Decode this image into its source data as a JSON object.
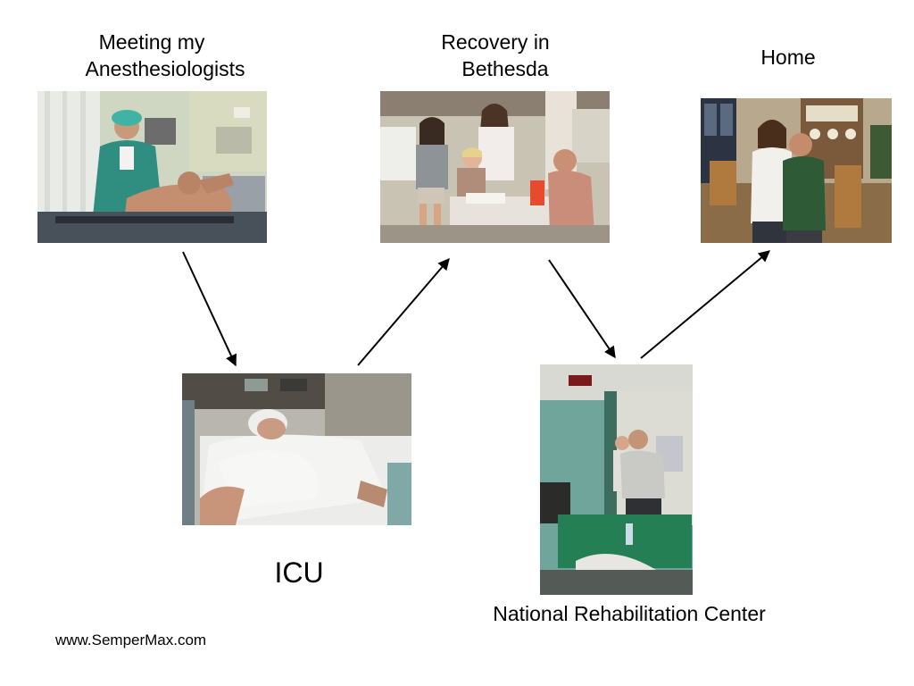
{
  "stages": {
    "anesthesiologists": {
      "line1": "Meeting my",
      "line2": "Anesthesiologists"
    },
    "bethesda": {
      "line1": "Recovery in",
      "line2": "Bethesda"
    },
    "home": {
      "label": "Home"
    },
    "icu": {
      "label": "ICU"
    },
    "rehab": {
      "label": "National Rehabilitation Center"
    }
  },
  "footer": {
    "url": "www.SemperMax.com"
  },
  "flow": [
    "anesthesiologists",
    "icu",
    "bethesda",
    "rehab",
    "home"
  ]
}
